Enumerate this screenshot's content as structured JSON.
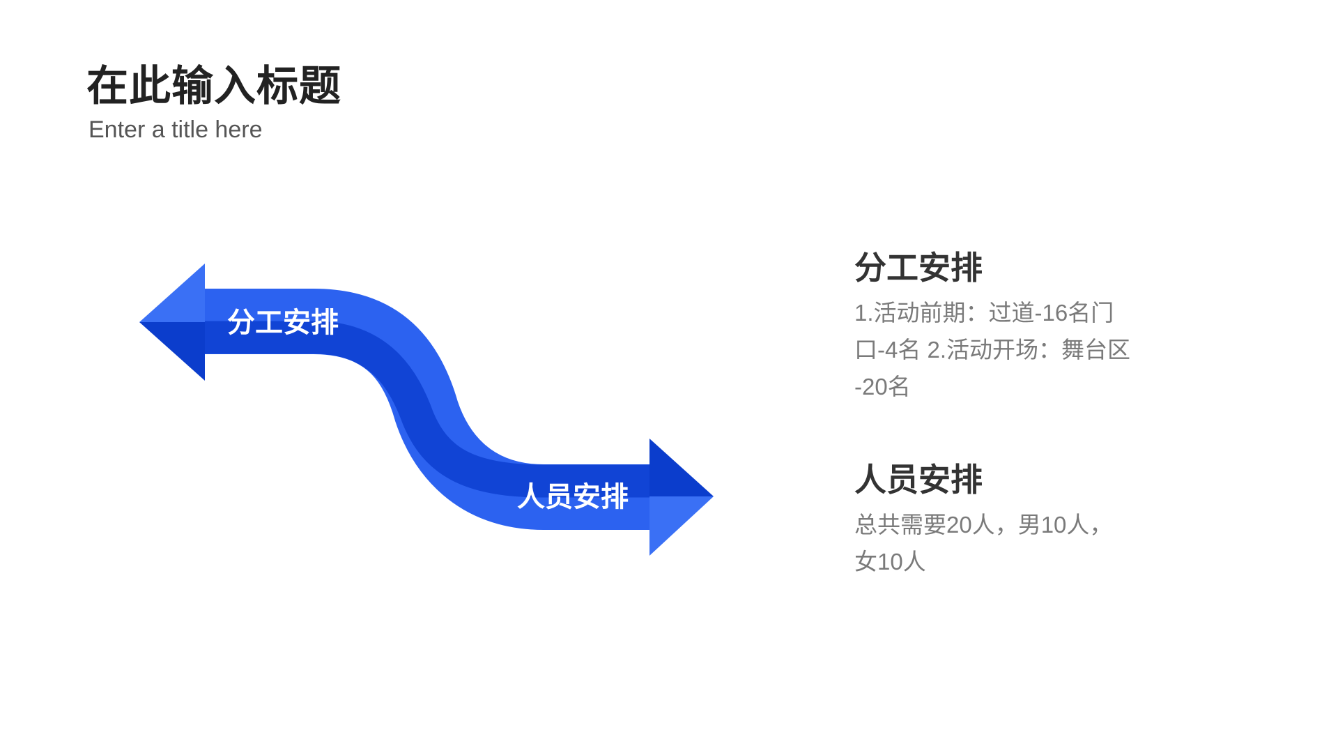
{
  "header": {
    "title": "在此输入标题",
    "subtitle": "Enter a title here"
  },
  "arrows": {
    "left_label": "分工安排",
    "right_label": "人员安排",
    "colors": {
      "light": "#3168f2",
      "dark": "#0b3dcc"
    }
  },
  "sections": [
    {
      "heading": "分工安排",
      "lines": [
        "1.活动前期：过道-16名门",
        "口-4名 2.活动开场：舞台区",
        "-20名"
      ]
    },
    {
      "heading": "人员安排",
      "lines": [
        "总共需要20人，男10人，",
        "女10人"
      ]
    }
  ]
}
